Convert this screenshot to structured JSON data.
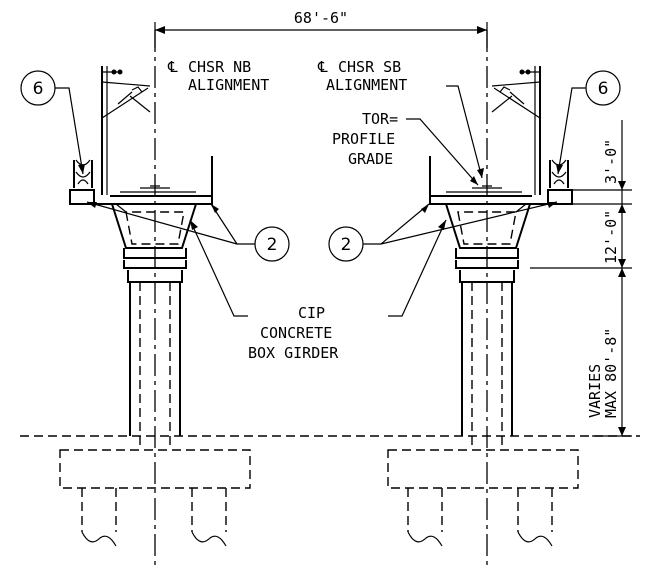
{
  "dimensions": {
    "top_span": "68'-6\"",
    "ocs_height": "3'-0\"",
    "girder_depth": "12'-0\"",
    "column_height_line1": "VARIES",
    "column_height_line2": "MAX 80'-8\""
  },
  "labels": {
    "nb_line1": "CHSR NB",
    "nb_line2": "ALIGNMENT",
    "sb_line1": "CHSR SB",
    "sb_line2": "ALIGNMENT",
    "centerline_symbol": "℄",
    "tor_line1": "TOR=",
    "tor_line2": "PROFILE",
    "tor_line3": "GRADE",
    "girder_line1": "CIP",
    "girder_line2": "CONCRETE",
    "girder_line3": "BOX GIRDER"
  },
  "callouts": {
    "left_six": "6",
    "right_six": "6",
    "left_two": "2",
    "right_two": "2"
  }
}
